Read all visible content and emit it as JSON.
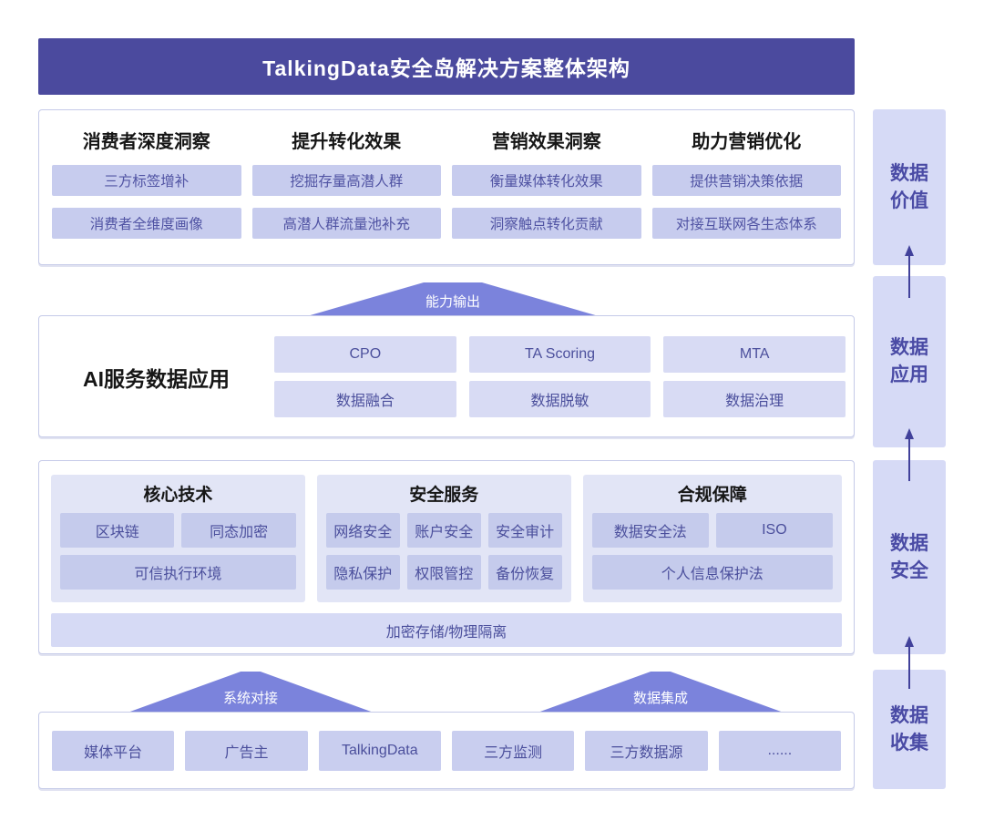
{
  "title": "TalkingData安全岛解决方案整体架构",
  "colors": {
    "header_bg": "#4b4a9e",
    "connector": "#7b83dc",
    "chip_bg": "#c7ccee",
    "chip_text": "#4b4f9c",
    "group_panel_bg": "#e2e5f6",
    "sidebar_bg": "#d6daf6",
    "sidebar_text": "#4a4ba5"
  },
  "value_layer": {
    "columns": [
      {
        "title": "消费者深度洞察",
        "items": [
          "三方标签增补",
          "消费者全维度画像"
        ]
      },
      {
        "title": "提升转化效果",
        "items": [
          "挖掘存量高潜人群",
          "高潜人群流量池补充"
        ]
      },
      {
        "title": "营销效果洞察",
        "items": [
          "衡量媒体转化效果",
          "洞察触点转化贡献"
        ]
      },
      {
        "title": "助力营销优化",
        "items": [
          "提供营销决策依据",
          "对接互联网各生态体系"
        ]
      }
    ]
  },
  "application_layer": {
    "connector_label": "能力输出",
    "title": "AI服务数据应用",
    "rows": [
      [
        "CPO",
        "TA Scoring",
        "MTA"
      ],
      [
        "数据融合",
        "数据脱敏",
        "数据治理"
      ]
    ]
  },
  "security_layer": {
    "groups": [
      {
        "title": "核心技术",
        "items": [
          "区块链",
          "同态加密",
          "可信执行环境"
        ]
      },
      {
        "title": "安全服务",
        "items": [
          "网络安全",
          "账户安全",
          "安全审计",
          "隐私保护",
          "权限管控",
          "备份恢复"
        ]
      },
      {
        "title": "合规保障",
        "items": [
          "数据安全法",
          "ISO",
          "个人信息保护法"
        ]
      }
    ],
    "bottom_bar": "加密存储/物理隔离"
  },
  "collection_layer": {
    "connectors": [
      "系统对接",
      "数据集成"
    ],
    "items": [
      "媒体平台",
      "广告主",
      "TalkingData",
      "三方监测",
      "三方数据源",
      "......"
    ]
  },
  "sidebar": {
    "labels": [
      {
        "line1": "数据",
        "line2": "价值"
      },
      {
        "line1": "数据",
        "line2": "应用"
      },
      {
        "line1": "数据",
        "line2": "安全"
      },
      {
        "line1": "数据",
        "line2": "收集"
      }
    ]
  }
}
